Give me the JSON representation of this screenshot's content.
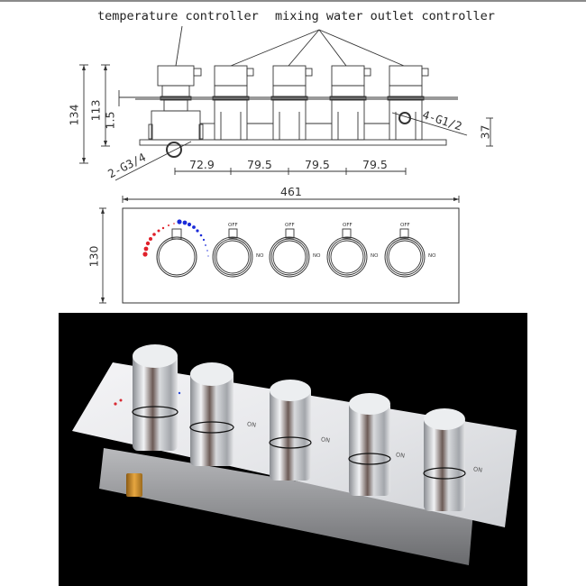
{
  "annotations": {
    "temperature_controller": "temperature controller",
    "mixing_outlet_controller": "mixing water outlet controller"
  },
  "side_view": {
    "dimensions": {
      "overall_height": "134",
      "plate_height": "113",
      "plate_thickness": "1.5",
      "outlet_height": "37",
      "spacings": [
        "72.9",
        "79.5",
        "79.5",
        "79.5"
      ]
    },
    "ports": {
      "inlet": "2-G3/4",
      "outlet": "4-G1/2"
    }
  },
  "front_view": {
    "width": "461",
    "height": "130",
    "valve_labels": [
      {
        "off": "OFF",
        "on": "NO"
      },
      {
        "off": "OFF",
        "on": "NO"
      },
      {
        "off": "OFF",
        "on": "NO"
      },
      {
        "off": "OFF",
        "on": "NO"
      }
    ],
    "colors": {
      "hot": "#e0202a",
      "cold": "#1a2ad8"
    }
  },
  "photo": {
    "on_labels": [
      "ON",
      "ON",
      "ON",
      "ON"
    ],
    "background": "#000000"
  }
}
